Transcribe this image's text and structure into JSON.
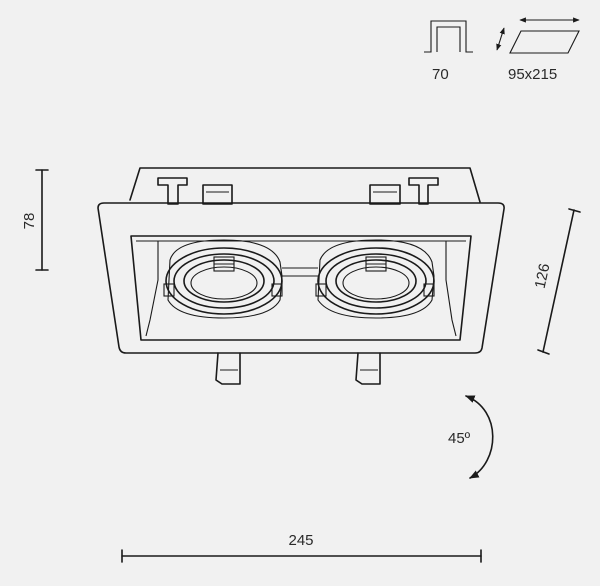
{
  "icons": {
    "cutout_depth": {
      "name": "cutout-depth-icon",
      "value": "70"
    },
    "cutout_size": {
      "name": "cutout-size-icon",
      "value": "95x215"
    }
  },
  "dimensions": {
    "height": "78",
    "width": "245",
    "depth": "126",
    "tilt": "45º"
  },
  "colors": {
    "background": "#f1f1f1",
    "line": "#1a1a1a",
    "text": "#2a2a2a"
  }
}
